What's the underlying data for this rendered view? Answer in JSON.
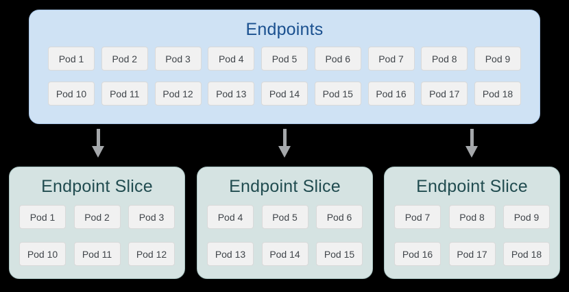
{
  "colors": {
    "background": "#000000",
    "endpoints_fill": "#cfe2f4",
    "endpoints_border": "#a9c7e9",
    "endpoints_title": "#1a508f",
    "slice_fill": "#d5e3e2",
    "slice_border": "#a8c3c1",
    "slice_title": "#214c50",
    "pod_fill": "#f1f1f1",
    "pod_border": "#d9d9d9",
    "pod_text": "#3f4449",
    "arrow": "#a5a8ab"
  },
  "arrows": {
    "icon": "down-arrow",
    "count": 3
  },
  "endpoints": {
    "title": "Endpoints",
    "pods": [
      "Pod 1",
      "Pod 2",
      "Pod 3",
      "Pod 4",
      "Pod 5",
      "Pod 6",
      "Pod 7",
      "Pod 8",
      "Pod 9",
      "Pod 10",
      "Pod 11",
      "Pod 12",
      "Pod 13",
      "Pod 14",
      "Pod 15",
      "Pod 16",
      "Pod 17",
      "Pod 18"
    ]
  },
  "slices": [
    {
      "title": "Endpoint Slice",
      "pods": [
        "Pod 1",
        "Pod 2",
        "Pod 3",
        "Pod 10",
        "Pod 11",
        "Pod 12"
      ]
    },
    {
      "title": "Endpoint Slice",
      "pods": [
        "Pod 4",
        "Pod 5",
        "Pod 6",
        "Pod 13",
        "Pod 14",
        "Pod 15"
      ]
    },
    {
      "title": "Endpoint Slice",
      "pods": [
        "Pod 7",
        "Pod 8",
        "Pod 9",
        "Pod 16",
        "Pod 17",
        "Pod 18"
      ]
    }
  ]
}
